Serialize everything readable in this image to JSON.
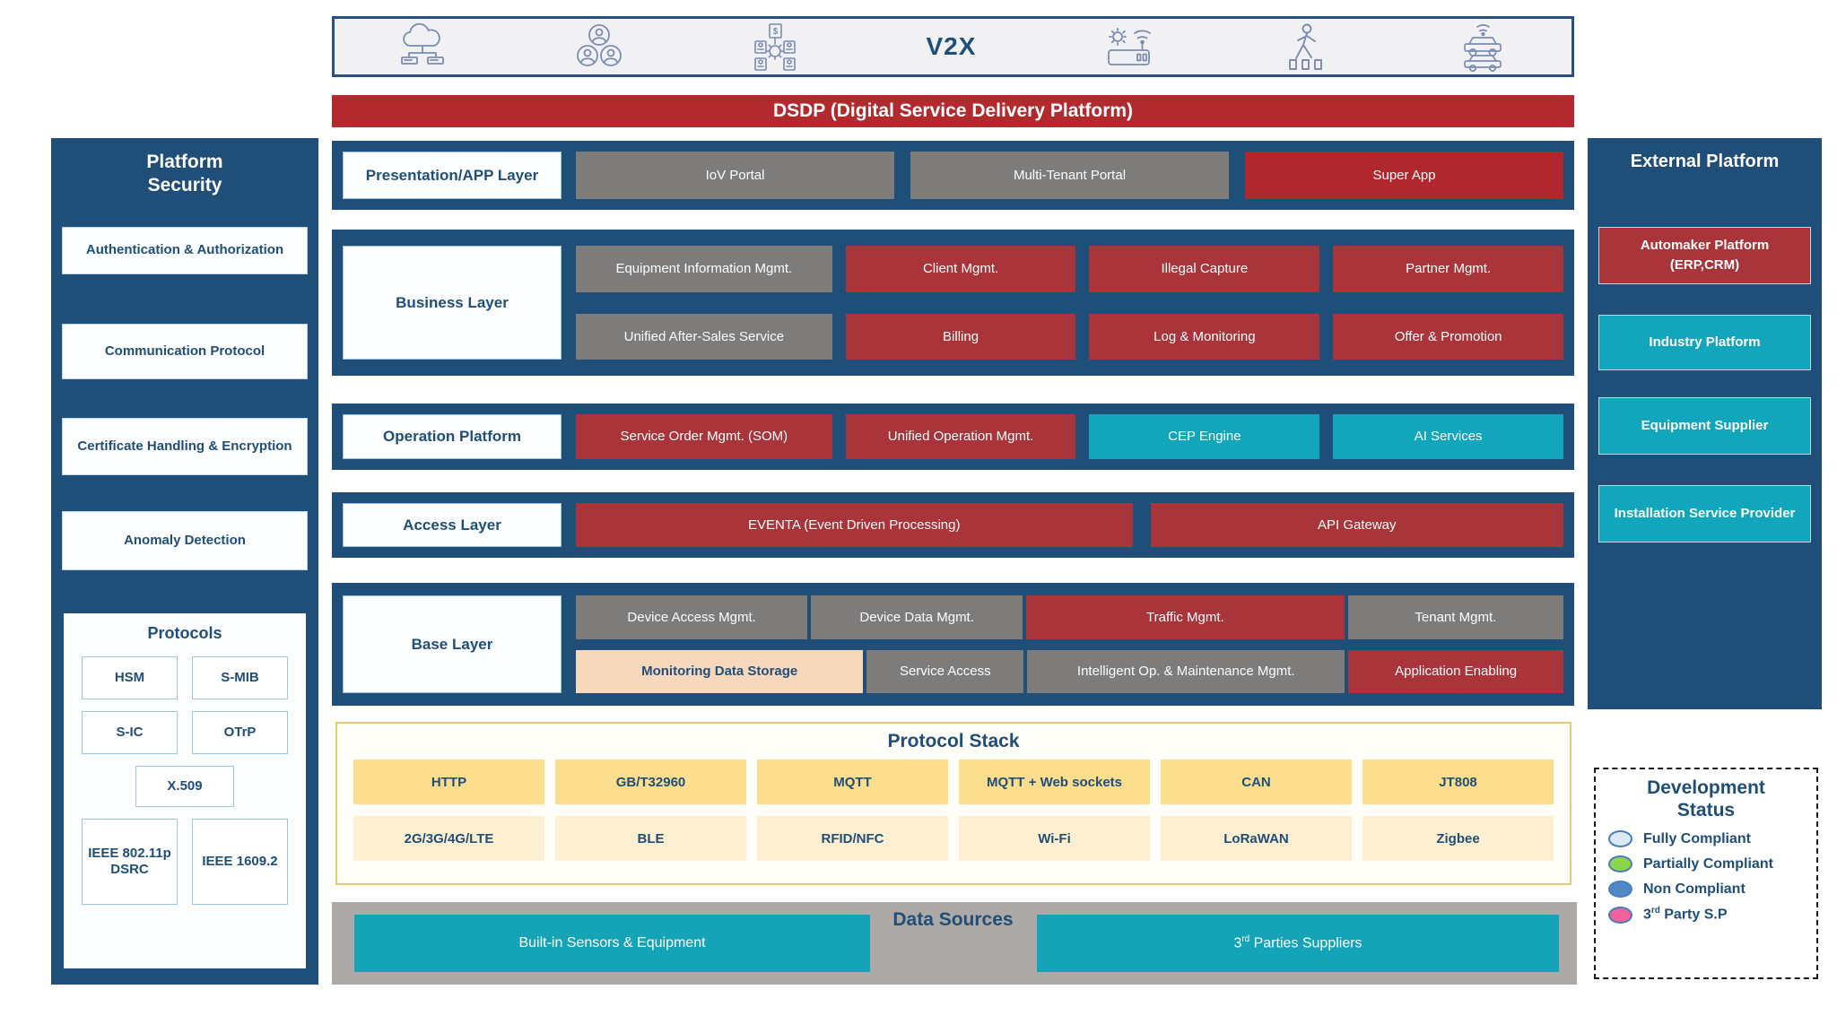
{
  "banner": {
    "title": "V2X",
    "icons": [
      "cloud-network-icon",
      "users-group-icon",
      "org-chart-icon",
      "router-wifi-icon",
      "pedestrian-icon",
      "connected-cars-icon"
    ]
  },
  "dsdp": {
    "title": "DSDP (Digital Service Delivery Platform)"
  },
  "platform_security": {
    "title": "Platform Security",
    "items": [
      "Authentication & Authorization",
      "Communication Protocol",
      "Certificate Handling & Encryption",
      "Anomaly Detection"
    ],
    "protocols": {
      "title": "Protocols",
      "items": [
        "HSM",
        "S-MIB",
        "S-IC",
        "OTrP",
        "X.509",
        "IEEE 802.11p DSRC",
        "IEEE 1609.2"
      ]
    }
  },
  "layers": [
    {
      "label": "Presentation/APP Layer",
      "rows": [
        [
          {
            "text": "IoV Portal",
            "color": "gray"
          },
          {
            "text": "Multi-Tenant Portal",
            "color": "gray"
          },
          {
            "text": "Super App",
            "color": "red"
          }
        ]
      ]
    },
    {
      "label": "Business Layer",
      "rows": [
        [
          {
            "text": "Equipment Information Mgmt.",
            "color": "gray"
          },
          {
            "text": "Client Mgmt.",
            "color": "red"
          },
          {
            "text": "Illegal Capture",
            "color": "red"
          },
          {
            "text": "Partner Mgmt.",
            "color": "red"
          }
        ],
        [
          {
            "text": "Unified After-Sales Service",
            "color": "gray"
          },
          {
            "text": "Billing",
            "color": "red"
          },
          {
            "text": "Log & Monitoring",
            "color": "red"
          },
          {
            "text": "Offer & Promotion",
            "color": "red"
          }
        ]
      ]
    },
    {
      "label": "Operation Platform",
      "rows": [
        [
          {
            "text": "Service Order Mgmt. (SOM)",
            "color": "red"
          },
          {
            "text": "Unified Operation Mgmt.",
            "color": "red"
          },
          {
            "text": "CEP Engine",
            "color": "teal"
          },
          {
            "text": "AI Services",
            "color": "teal"
          }
        ]
      ]
    },
    {
      "label": "Access Layer",
      "rows": [
        [
          {
            "text": "EVENTA (Event Driven Processing)",
            "color": "red"
          },
          {
            "text": "API Gateway",
            "color": "red"
          }
        ]
      ]
    },
    {
      "label": "Base Layer",
      "rows": [
        [
          {
            "text": "Device Access Mgmt.",
            "color": "gray"
          },
          {
            "text": "Device Data Mgmt.",
            "color": "gray"
          },
          {
            "text": "Traffic Mgmt.",
            "color": "red"
          },
          {
            "text": "Tenant Mgmt.",
            "color": "gray"
          }
        ],
        [
          {
            "text": "Monitoring Data Storage",
            "color": "peach"
          },
          {
            "text": "Service Access",
            "color": "gray"
          },
          {
            "text": "Intelligent Op. & Maintenance Mgmt.",
            "color": "gray"
          },
          {
            "text": "Application Enabling",
            "color": "red"
          }
        ]
      ]
    }
  ],
  "protocol_stack": {
    "title": "Protocol Stack",
    "row1": [
      "HTTP",
      "GB/T32960",
      "MQTT",
      "MQTT + Web sockets",
      "CAN",
      "JT808"
    ],
    "row2": [
      "2G/3G/4G/LTE",
      "BLE",
      "RFID/NFC",
      "Wi-Fi",
      "LoRaWAN",
      "Zigbee"
    ]
  },
  "data_sources": {
    "title": "Data Sources",
    "left": "Built-in Sensors & Equipment",
    "right": {
      "prefix": "3",
      "sup": "rd",
      "rest": " Parties Suppliers"
    }
  },
  "external_platform": {
    "title": "External Platform",
    "items": [
      {
        "text": "Automaker Platform",
        "sub": "(ERP,CRM)",
        "color": "red"
      },
      {
        "text": "Industry Platform",
        "color": "teal"
      },
      {
        "text": "Equipment Supplier",
        "color": "teal"
      },
      {
        "text": "Installation Service Provider",
        "color": "teal"
      }
    ]
  },
  "legend": {
    "title_line1": "Development",
    "title_line2": "Status",
    "items": [
      {
        "label": "Fully Compliant",
        "color": "#DCE9F7"
      },
      {
        "label": "Partially Compliant",
        "color": "#8CD44A"
      },
      {
        "label": "Non Compliant",
        "color": "#5089C6"
      },
      {
        "label": {
          "prefix": "3",
          "sup": "rd",
          "rest": " Party S.P"
        },
        "color": "#F2619B"
      }
    ]
  },
  "colors": {
    "navy": "#1F4E79",
    "red": "#A93439",
    "red_bright": "#B2292E",
    "gray": "#7E7B7B",
    "teal": "#12A6BC",
    "peach": "#F8D8BD",
    "yellow_dark": "#FBDD8E",
    "yellow_light": "#FCEFD2",
    "yellow_border": "#E9C979",
    "datasource_gray": "#ACA9A7",
    "icon_stroke": "#7B8CB1"
  }
}
